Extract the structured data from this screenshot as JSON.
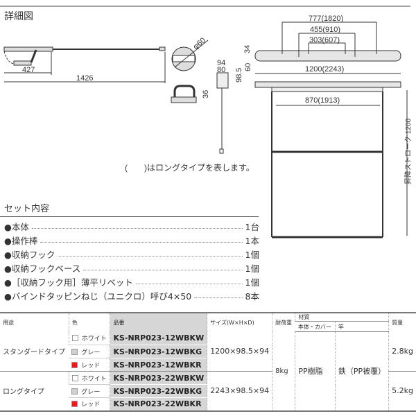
{
  "title": "詳細図",
  "note": "(　　)はロングタイプを表します。",
  "dims": {
    "d427": "427",
    "d1426": "1426",
    "phi60": "φ60",
    "d36": "36",
    "d94": "94",
    "d80": "80",
    "d34": "34",
    "d60": "60",
    "d98_5": "98.5",
    "d777": "777(1820)",
    "d455": "455(910)",
    "d303": "303(607)",
    "d1200": "1200(2243)",
    "d870": "870(1913)",
    "stroke": "昇降ストローク 1200"
  },
  "set": {
    "title": "セット内容",
    "items": [
      {
        "name": "●本体",
        "qty": "1台"
      },
      {
        "name": "●操作棒",
        "qty": "1本"
      },
      {
        "name": "●収納フック",
        "qty": "1個"
      },
      {
        "name": "●収納フックベース",
        "qty": "1個"
      },
      {
        "name": "●［収納フック用］薄平リベット",
        "qty": "1個"
      },
      {
        "name": "●バインドタッピンねじ（ユニクロ）呼び4×50",
        "qty": "8本"
      }
    ]
  },
  "table": {
    "headers": {
      "use": "用途",
      "color": "色",
      "part": "品番",
      "size": "サイズ(W×H×D)",
      "load": "耐荷重",
      "material": "材質",
      "body": "本体・カバー",
      "rod": "竿",
      "weight": "質量"
    },
    "groups": [
      {
        "use": "スタンダードタイプ",
        "size": "1200×98.5×94",
        "weight": "2.8kg",
        "rows": [
          {
            "color": "ホワイト",
            "swatch": "#ffffff",
            "part": "KS-NRP023-12WBKW"
          },
          {
            "color": "グレー",
            "swatch": "#d0d0d0",
            "part": "KS-NRP023-12WBKG"
          },
          {
            "color": "レッド",
            "swatch": "#e02020",
            "part": "KS-NRP023-12WBKR"
          }
        ]
      },
      {
        "use": "ロングタイプ",
        "size": "2243×98.5×94",
        "weight": "5.2kg",
        "rows": [
          {
            "color": "ホワイト",
            "swatch": "#ffffff",
            "part": "KS-NRP023-22WBKW"
          },
          {
            "color": "グレー",
            "swatch": "#d0d0d0",
            "part": "KS-NRP023-22WBKG"
          },
          {
            "color": "レッド",
            "swatch": "#e02020",
            "part": "KS-NRP023-22WBKR"
          }
        ]
      }
    ],
    "load": "8kg",
    "body": "PP樹脂",
    "rod": "鉄（PP被覆）"
  }
}
